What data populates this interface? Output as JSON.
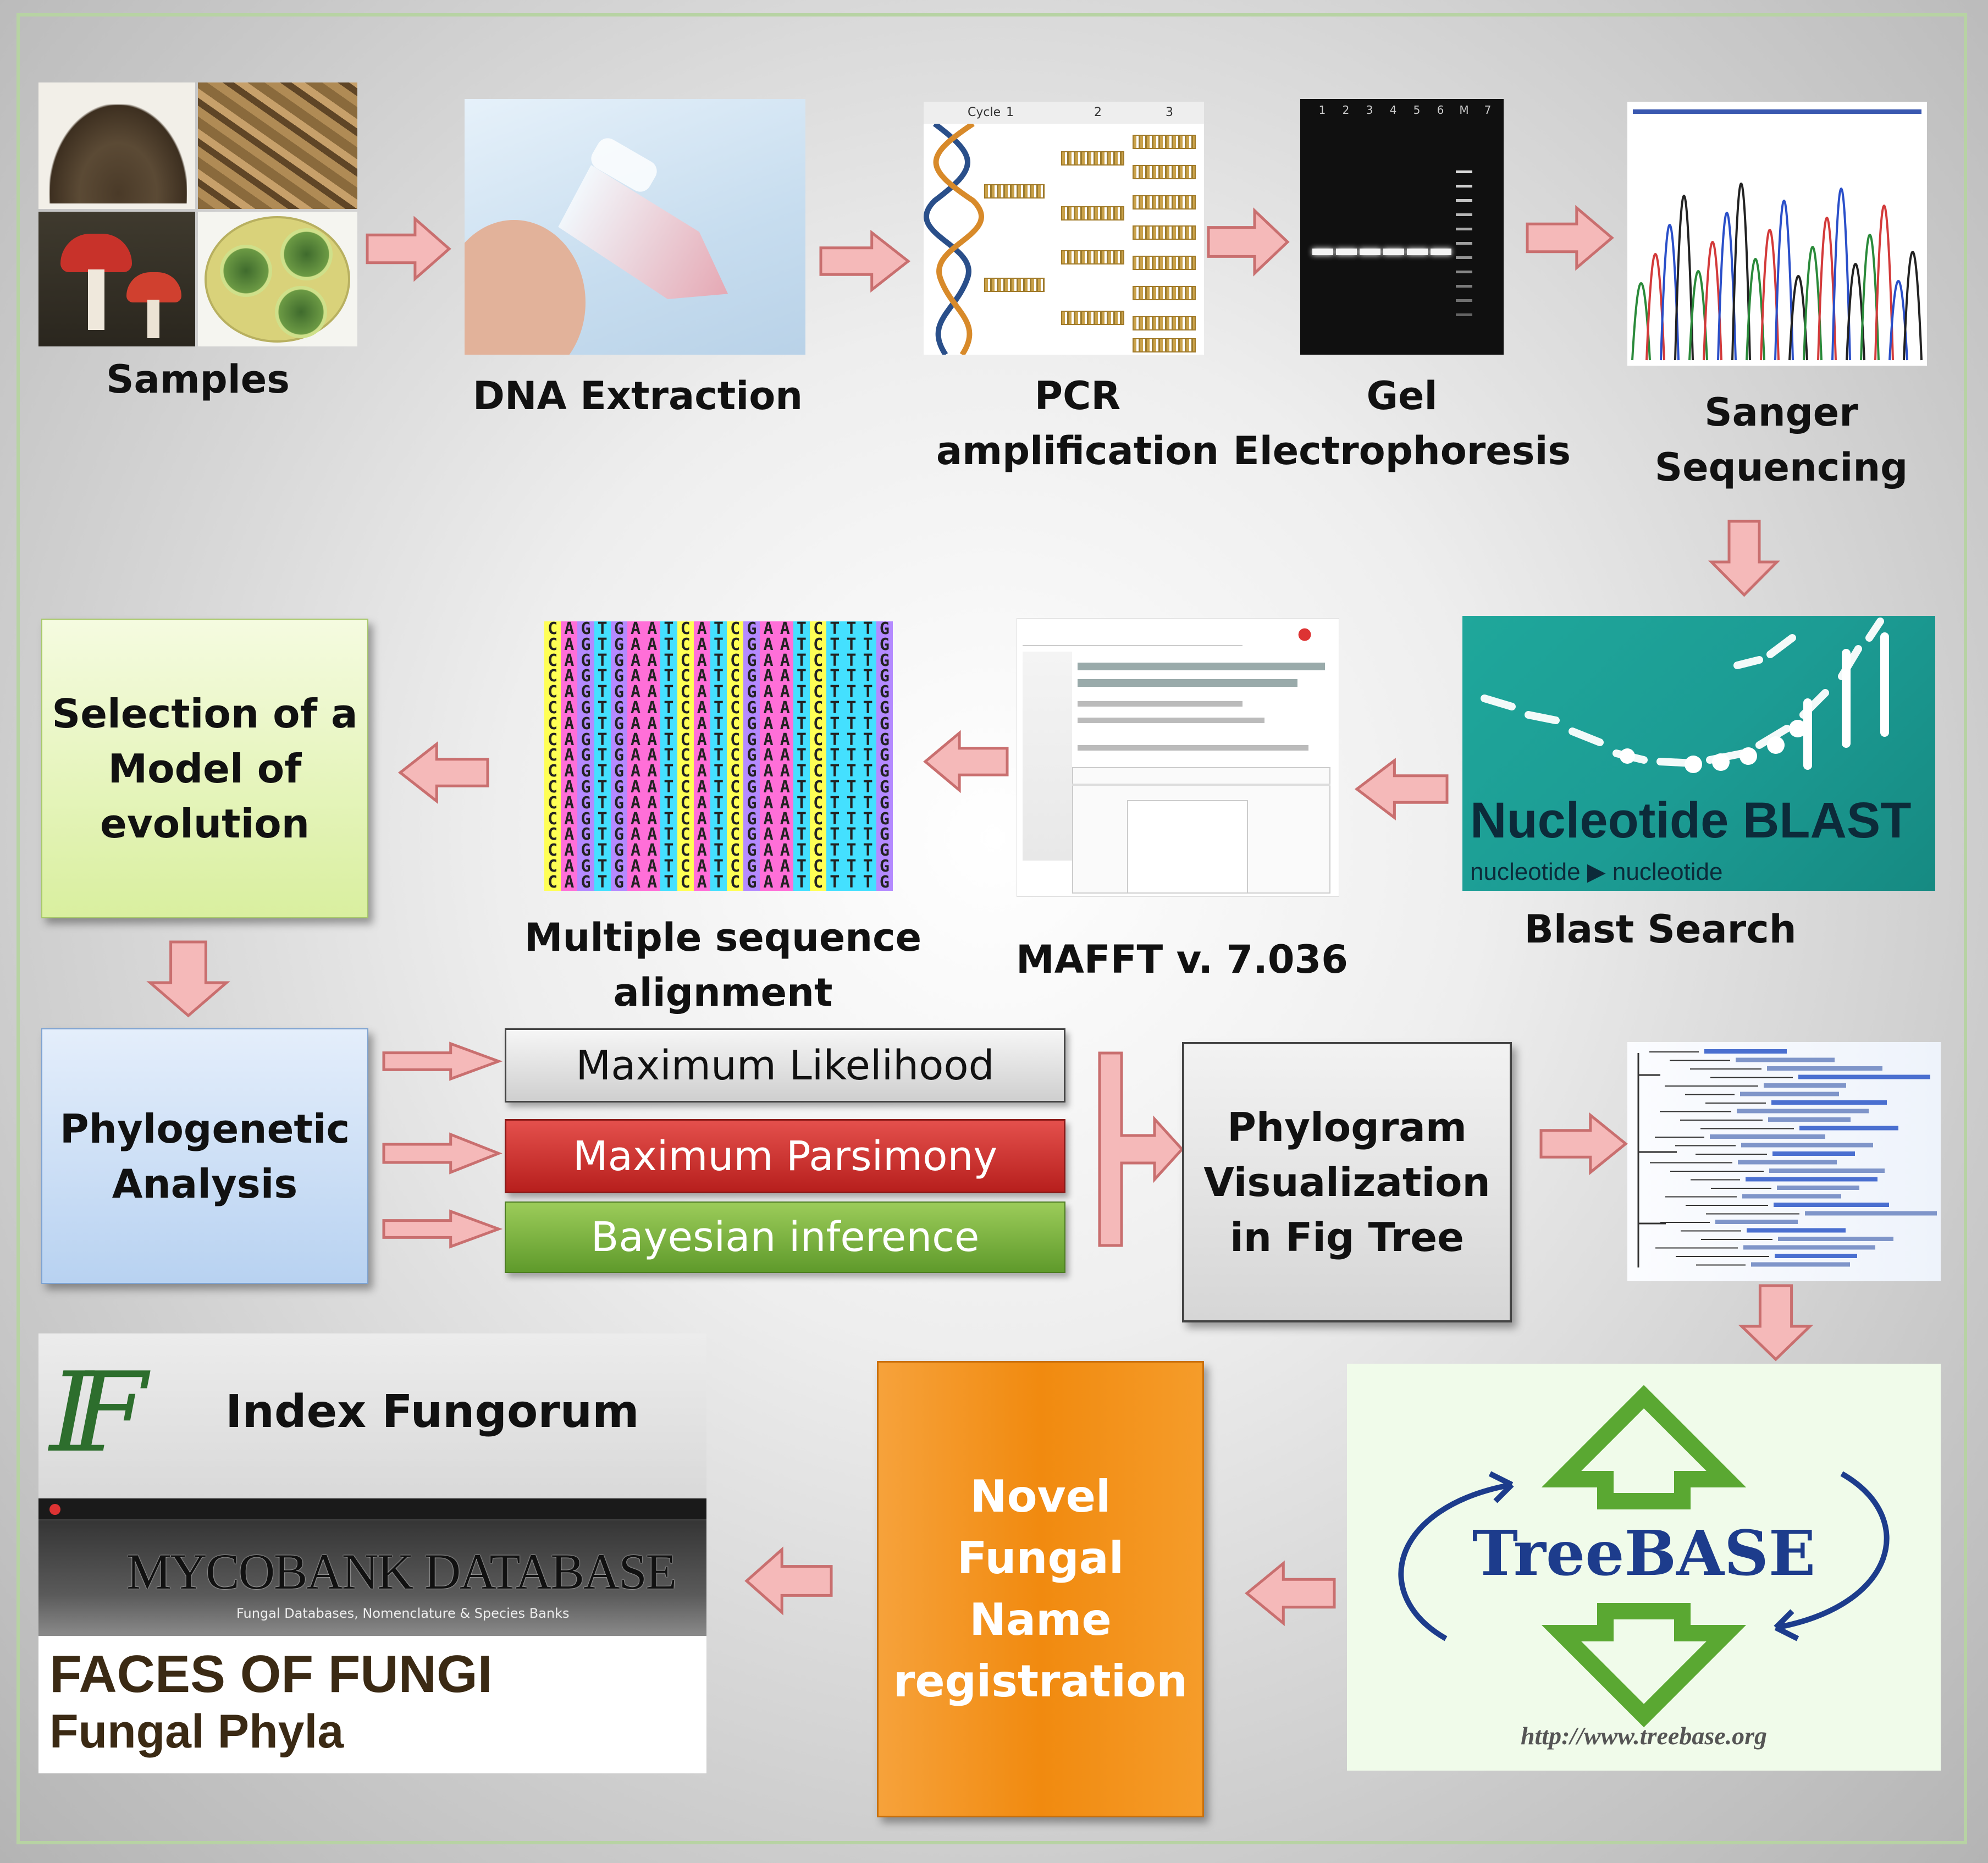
{
  "steps": {
    "samples": "Samples",
    "dna_extraction": "DNA Extraction",
    "pcr_line1": "PCR",
    "pcr_line2": "amplification",
    "gel_line1": "Gel",
    "gel_line2": "Electrophoresis",
    "sanger_line1": "Sanger",
    "sanger_line2": "Sequencing",
    "blast_search": "Blast Search",
    "mafft": "MAFFT v. 7.036",
    "msa_line1": "Multiple sequence",
    "msa_line2": "alignment",
    "model_line1": "Selection of a",
    "model_line2": "Model of",
    "model_line3": "evolution",
    "phylo_line1": "Phylogenetic",
    "phylo_line2": "Analysis",
    "figtree_line1": "Phylogram",
    "figtree_line2": "Visualization",
    "figtree_line3": "in Fig Tree",
    "novel_line1": "Novel",
    "novel_line2": "Fungal",
    "novel_line3": "Name",
    "novel_line4": "registration"
  },
  "methods": {
    "ml": "Maximum Likelihood",
    "mp": "Maximum Parsimony",
    "bi": "Bayesian inference"
  },
  "blast_panel": {
    "title": "Nucleotide BLAST",
    "subtitle": "nucleotide ▶ nucleotide"
  },
  "alignment": {
    "sequence": "CAGTGAATCATCGAATCTTTG"
  },
  "databases": {
    "index_fungorum": "Index Fungorum",
    "if_logo": "IF",
    "mycobank": "MYCOBANK DATABASE",
    "mycobank_sub": "Fungal Databases, Nomenclature & Species Banks",
    "faces_line1": "FACES OF FUNGI",
    "faces_line2": "Fungal Phyla"
  },
  "treebase": {
    "title": "TreeBASE",
    "url": "http://www.treebase.org"
  },
  "gel": {
    "lanes": [
      "1",
      "2",
      "3",
      "4",
      "5",
      "6",
      "M",
      "7"
    ]
  },
  "pcr": {
    "cycle_label": "Cycle",
    "cycles": [
      "1",
      "2",
      "3"
    ]
  },
  "colors": {
    "arrow_fill": "#f5b9b9",
    "arrow_stroke": "#c96f6f",
    "model_box": "#eaf7c8",
    "phylo_box": "#cfe2f7",
    "figtree_box": "#e6e6e6",
    "novel_box": "#f7941d",
    "ml_box": "#e4e4e4",
    "mp_box": "#d6302e",
    "bi_box": "#7cb342",
    "treebase_green": "#5aa832",
    "treebase_blue": "#1d3c8c"
  }
}
